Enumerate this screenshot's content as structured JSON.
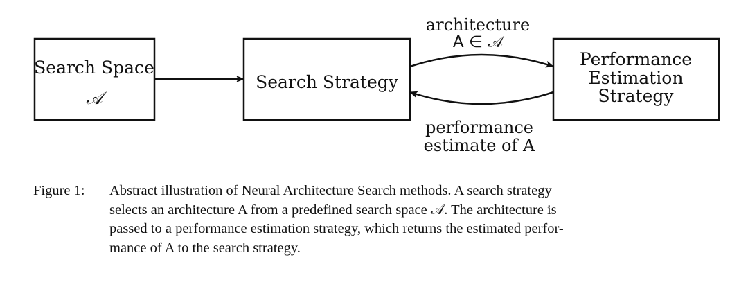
{
  "diagram": {
    "nodes": {
      "search_space": {
        "title": "Search Space",
        "symbol": "𝒜"
      },
      "search_strategy": {
        "title": "Search Strategy"
      },
      "performance_estimation": {
        "line1": "Performance",
        "line2": "Estimation",
        "line3": "Strategy"
      }
    },
    "edges": {
      "to_estimation": {
        "label": "architecture",
        "math": "A ∈ 𝒜"
      },
      "to_strategy": {
        "label_line1": "performance",
        "label_line2": "estimate of A"
      }
    }
  },
  "caption": {
    "label": "Figure 1:",
    "line1": "Abstract illustration of Neural Architecture Search methods.  A search strategy",
    "line2": "selects an architecture A from a predefined search space 𝒜.  The architecture is",
    "line3": "passed to a performance estimation strategy, which returns the estimated perfor-",
    "line4": "mance of A to the search strategy."
  }
}
